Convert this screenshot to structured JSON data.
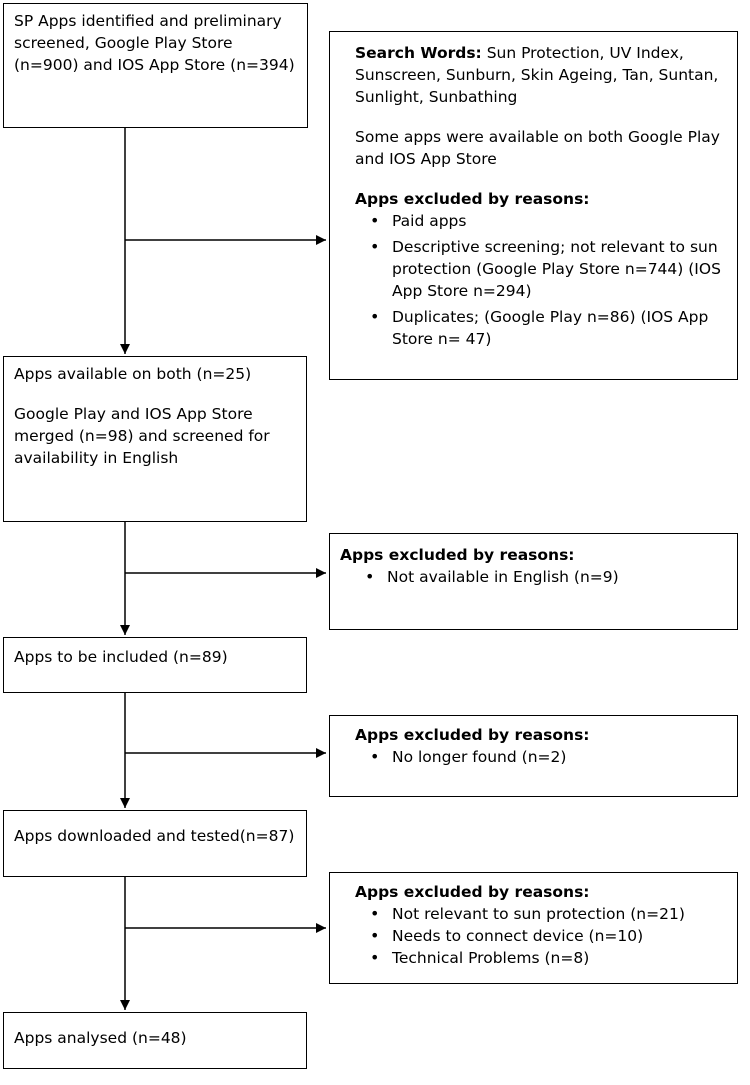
{
  "main": [
    "SP Apps identified and preliminary screened, Google Play Store (n=900) and IOS App Store (n=394)",
    "Apps available on both (n=25)",
    "Google Play and IOS App Store merged (n=98) and screened for availability in English",
    "Apps to be included (n=89)",
    "Apps downloaded and tested(n=87)",
    "Apps analysed (n=48)"
  ],
  "side1": {
    "search_label": "Search Words:",
    "search_words": " Sun Protection, UV Index, Sunscreen, Sunburn, Skin Ageing, Tan, Suntan, Sunlight, Sunbathing",
    "note": "Some apps were available on both Google Play and IOS App Store",
    "title": "Apps excluded by reasons:",
    "items": [
      "Paid apps",
      "Descriptive screening; not relevant to sun protection (Google Play Store n=744) (IOS App Store n=294)",
      "Duplicates; (Google Play n=86) (IOS App Store n= 47)"
    ]
  },
  "side2": {
    "title": "Apps excluded by reasons:",
    "items": [
      "Not available in English (n=9)"
    ]
  },
  "side3": {
    "title": "Apps excluded by reasons:",
    "items": [
      "No longer found (n=2)"
    ]
  },
  "side4": {
    "title": "Apps excluded by reasons:",
    "items": [
      "Not relevant to sun protection (n=21)",
      "Needs to connect device (n=10)",
      "Technical Problems (n=8)"
    ]
  }
}
